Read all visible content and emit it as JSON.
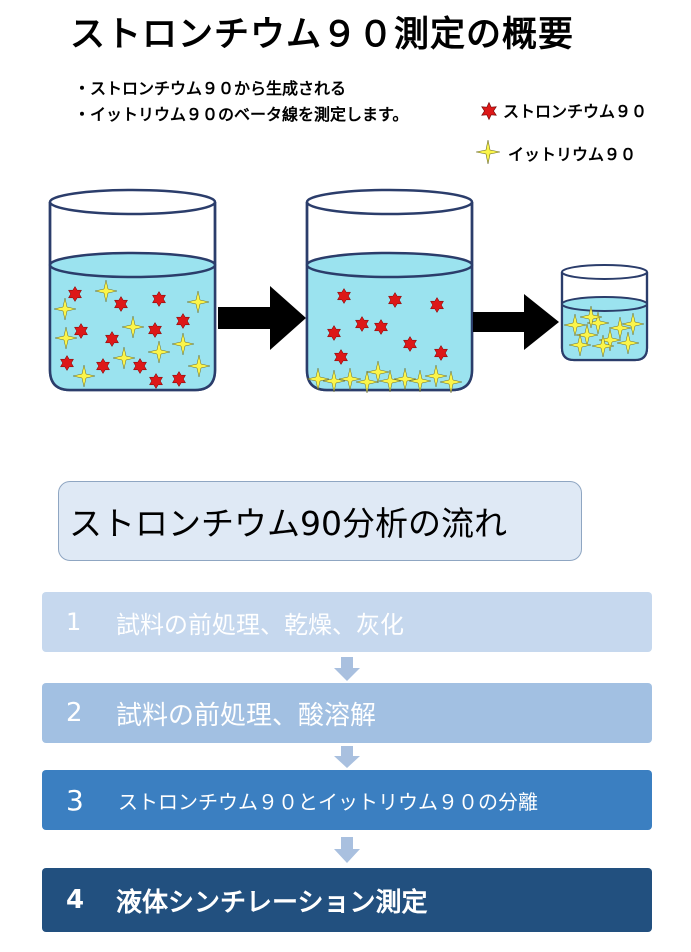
{
  "title": "ストロンチウム９０測定の概要",
  "bullets": [
    "ストロンチウム９０から生成される",
    "イットリウム９０のベータ線を測定します。"
  ],
  "legend": {
    "strontium": "ストロンチウム９０",
    "yttrium": "イットリウム９０"
  },
  "colors": {
    "water": "#9be3ef",
    "glass_stroke": "#2b3d6b",
    "strontium_star": "#dd1818",
    "yttrium_star": "#fbf54a",
    "arrow": "#000000"
  },
  "flow": {
    "header": "ストロンチウム90分析の流れ",
    "steps": [
      {
        "num": "1",
        "label": "試料の前処理、乾燥、灰化"
      },
      {
        "num": "2",
        "label": "試料の前処理、酸溶解"
      },
      {
        "num": "3",
        "label": "ストロンチウム９０とイットリウム９０の分離"
      },
      {
        "num": "4",
        "label": "液体シンチレーション測定"
      }
    ]
  }
}
